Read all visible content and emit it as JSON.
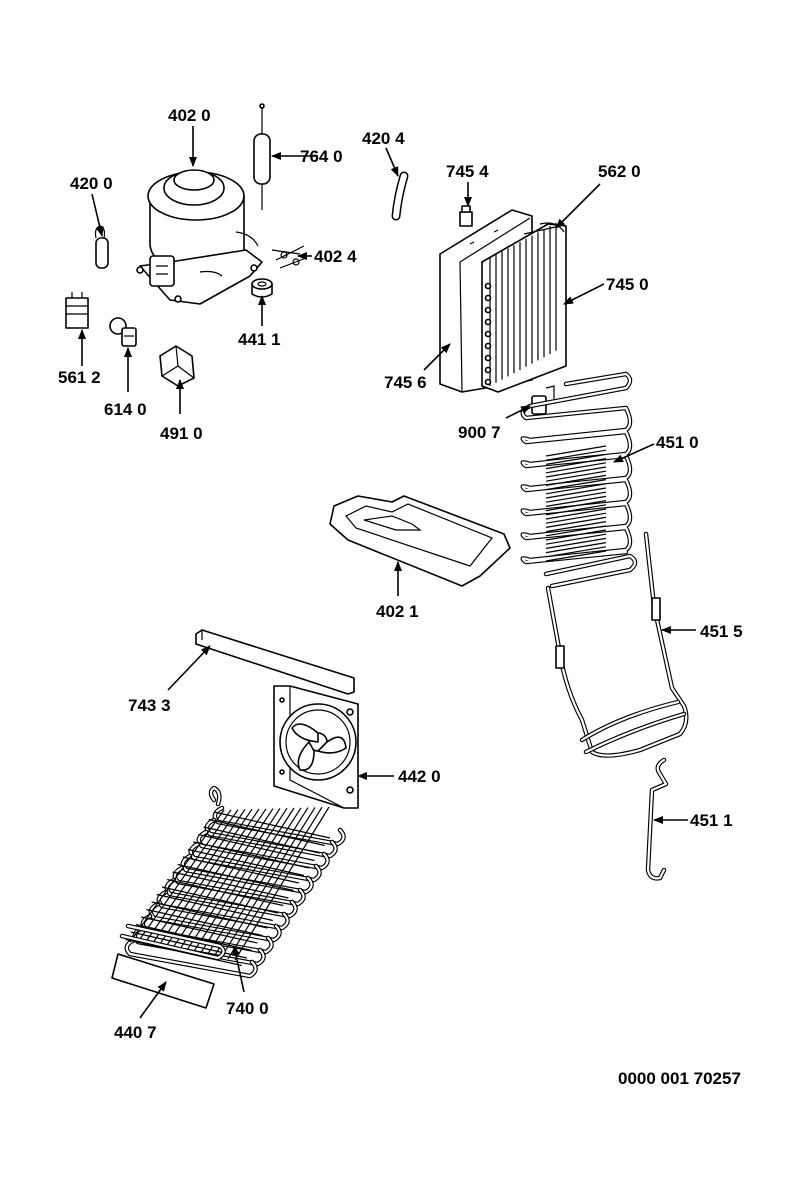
{
  "labels": {
    "l4020": "402 0",
    "l7640": "764 0",
    "l4204": "420 4",
    "l4200": "420 0",
    "l7454": "745 4",
    "l5620": "562 0",
    "l4024": "402 4",
    "l7450": "745 0",
    "l4411": "441 1",
    "l5612": "561 2",
    "l7456": "745 6",
    "l6140": "614 0",
    "l4910": "491 0",
    "l9007": "900 7",
    "l4510": "451 0",
    "l4021": "402 1",
    "l4515": "451 5",
    "l7433": "743 3",
    "l4420": "442 0",
    "l4511": "451 1",
    "l7400": "740 0",
    "l4407": "440 7"
  },
  "drawing_number": "0000 001 70257"
}
